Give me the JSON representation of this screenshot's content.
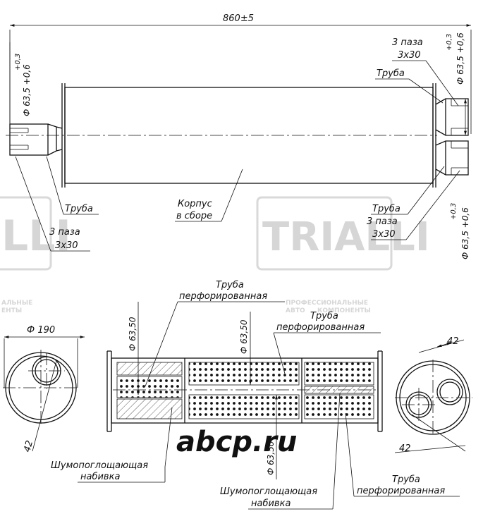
{
  "drawing": {
    "overall_length": "860±5",
    "left_inlet": {
      "diameter": "Ф 63,5 +0,6",
      "tol_upper": "+0,3",
      "pipe_label": "Труба",
      "slot_label_1": "3 паза",
      "slot_label_2": "3x30"
    },
    "right_top_outlet": {
      "slot_label_1": "3 паза",
      "slot_label_2": "3x30",
      "pipe_label": "Труба",
      "diameter": "Ф 63,5 +0,6",
      "tol_upper": "+0,3"
    },
    "right_bottom_outlet": {
      "pipe_label": "Труба",
      "slot_label_1": "3 паза",
      "slot_label_2": "3x30",
      "diameter": "Ф 63,5 +0,6",
      "tol_upper": "+0,3"
    },
    "body_label_1": "Корпус",
    "body_label_2": "в сборе",
    "section": {
      "perf_pipe_1_line1": "Труба",
      "perf_pipe_1_line2": "перфорированная",
      "perf_pipe_2_line1": "Труба",
      "perf_pipe_2_line2": "перфорированная",
      "perf_pipe_3_line1": "Труба",
      "perf_pipe_3_line2": "перфорированная",
      "dim_left": "Ф 63,50",
      "dim_middle": "Ф 63,50",
      "dim_bottom": "Ф 63,50",
      "packing_left_line1": "Шумопоглощающая",
      "packing_left_line2": "набивка",
      "packing_right_line1": "Шумопоглощающая",
      "packing_right_line2": "набивка"
    },
    "left_end_view": {
      "diameter": "Ф 190",
      "offset": "42"
    },
    "right_end_view": {
      "offset_top": "42",
      "offset_bottom": "42"
    }
  },
  "watermarks": {
    "brand_left": "LLI",
    "brand_center": "TRIALLI",
    "site": "abcp.ru",
    "tagline_1": "ПРОФЕССИОНАЛЬНЫЕ",
    "tagline_2": "АВТО",
    "tagline_3": "КОМПОНЕНТЫ",
    "tagline_left_1": "АЛЬНЫЕ",
    "tagline_left_2": "ЕНТЫ"
  }
}
